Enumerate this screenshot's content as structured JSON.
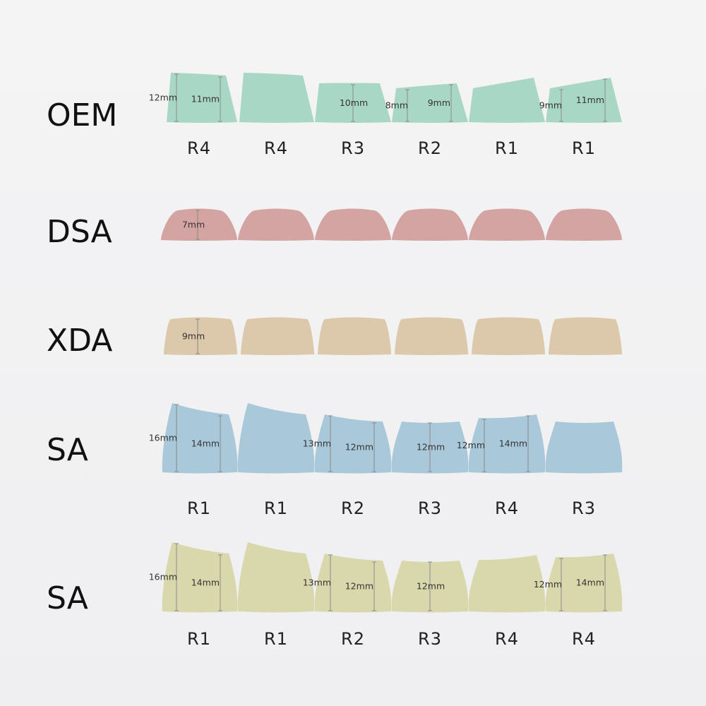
{
  "colors": {
    "OEM": "#a9d7c5",
    "DSA": "#d4a4a2",
    "XDA": "#dcc8aa",
    "SA_blue": "#a9c8d9",
    "SA_yellow": "#d9d8ac"
  },
  "profiles": [
    {
      "name": "OEM",
      "color_key": "OEM",
      "keys": [
        {
          "shape": "oem-r4-a",
          "row": "R4",
          "dims": [
            {
              "text": "12mm",
              "pos": "left"
            },
            {
              "text": "11mm",
              "pos": "right"
            }
          ]
        },
        {
          "shape": "oem-r4-b",
          "row": "R4",
          "dims": []
        },
        {
          "shape": "oem-r3",
          "row": "R3",
          "dims": [
            {
              "text": "10mm",
              "pos": "center"
            }
          ]
        },
        {
          "shape": "oem-r2",
          "row": "R2",
          "dims": [
            {
              "text": "8mm",
              "pos": "left"
            },
            {
              "text": "9mm",
              "pos": "right"
            }
          ]
        },
        {
          "shape": "oem-r1-a",
          "row": "R1",
          "dims": []
        },
        {
          "shape": "oem-r1-b",
          "row": "R1",
          "dims": [
            {
              "text": "9mm",
              "pos": "left"
            },
            {
              "text": "11mm",
              "pos": "right"
            }
          ]
        }
      ]
    },
    {
      "name": "DSA",
      "color_key": "DSA",
      "keys": [
        {
          "shape": "dsa",
          "row": "",
          "dims": [
            {
              "text": "7mm",
              "pos": "center-left"
            }
          ]
        },
        {
          "shape": "dsa",
          "row": "",
          "dims": []
        },
        {
          "shape": "dsa",
          "row": "",
          "dims": []
        },
        {
          "shape": "dsa",
          "row": "",
          "dims": []
        },
        {
          "shape": "dsa",
          "row": "",
          "dims": []
        },
        {
          "shape": "dsa",
          "row": "",
          "dims": []
        }
      ]
    },
    {
      "name": "XDA",
      "color_key": "XDA",
      "keys": [
        {
          "shape": "xda",
          "row": "",
          "dims": [
            {
              "text": "9mm",
              "pos": "center-left"
            }
          ]
        },
        {
          "shape": "xda",
          "row": "",
          "dims": []
        },
        {
          "shape": "xda",
          "row": "",
          "dims": []
        },
        {
          "shape": "xda",
          "row": "",
          "dims": []
        },
        {
          "shape": "xda",
          "row": "",
          "dims": []
        },
        {
          "shape": "xda",
          "row": "",
          "dims": []
        }
      ]
    },
    {
      "name": "SA",
      "color_key": "SA_blue",
      "keys": [
        {
          "shape": "sa-r1-a",
          "row": "R1",
          "dims": [
            {
              "text": "16mm",
              "pos": "left"
            },
            {
              "text": "14mm",
              "pos": "right"
            }
          ]
        },
        {
          "shape": "sa-r1-b",
          "row": "R1",
          "dims": []
        },
        {
          "shape": "sa-r2",
          "row": "R2",
          "dims": [
            {
              "text": "13mm",
              "pos": "left"
            },
            {
              "text": "12mm",
              "pos": "right"
            }
          ]
        },
        {
          "shape": "sa-r3",
          "row": "R3",
          "dims": [
            {
              "text": "12mm",
              "pos": "center"
            }
          ]
        },
        {
          "shape": "sa-r4",
          "row": "R4",
          "dims": [
            {
              "text": "12mm",
              "pos": "left"
            },
            {
              "text": "14mm",
              "pos": "right"
            }
          ]
        },
        {
          "shape": "sa-r3",
          "row": "R3",
          "dims": []
        }
      ]
    },
    {
      "name": "SA",
      "color_key": "SA_yellow",
      "keys": [
        {
          "shape": "sa-r1-a",
          "row": "R1",
          "dims": [
            {
              "text": "16mm",
              "pos": "left"
            },
            {
              "text": "14mm",
              "pos": "right"
            }
          ]
        },
        {
          "shape": "sa-r1-b",
          "row": "R1",
          "dims": []
        },
        {
          "shape": "sa-r2",
          "row": "R2",
          "dims": [
            {
              "text": "13mm",
              "pos": "left"
            },
            {
              "text": "12mm",
              "pos": "right"
            }
          ]
        },
        {
          "shape": "sa-r3",
          "row": "R3",
          "dims": [
            {
              "text": "12mm",
              "pos": "center"
            }
          ]
        },
        {
          "shape": "sa-r4-plain",
          "row": "R4",
          "dims": []
        },
        {
          "shape": "sa-r4",
          "row": "R4",
          "dims": [
            {
              "text": "12mm",
              "pos": "left"
            },
            {
              "text": "14mm",
              "pos": "right"
            }
          ]
        }
      ]
    }
  ]
}
